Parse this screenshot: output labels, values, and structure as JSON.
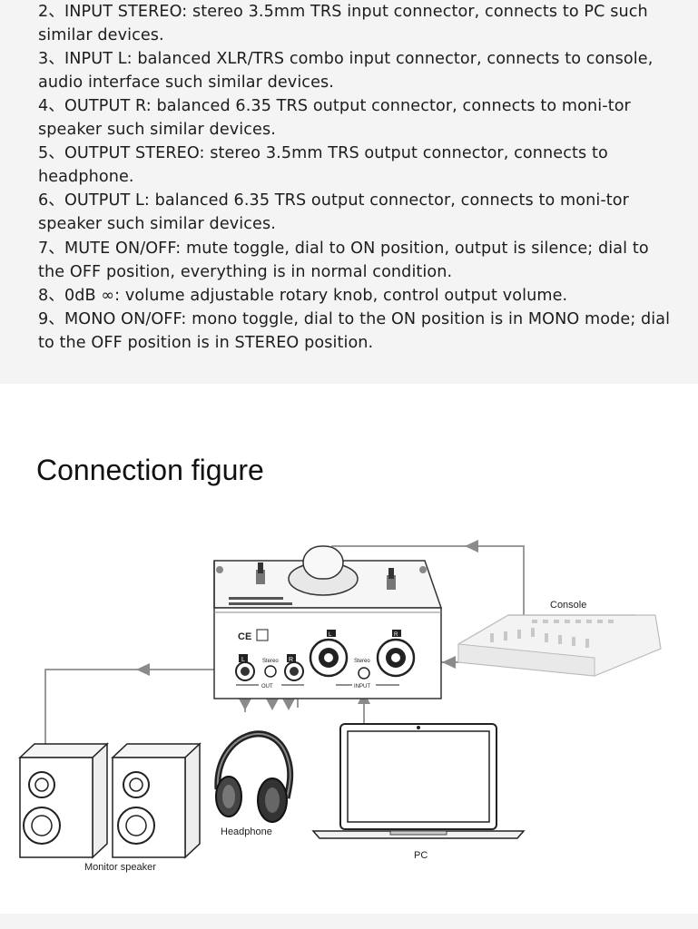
{
  "spec_items": [
    "2、INPUT STEREO: stereo 3.5mm TRS input connector, connects to PC such similar devices.",
    "3、INPUT L: balanced XLR/TRS combo input connector, connects to console, audio interface such similar devices.",
    "4、OUTPUT R: balanced 6.35 TRS output connector, connects to moni-tor speaker such similar devices.",
    "5、OUTPUT STEREO: stereo 3.5mm TRS output connector, connects to headphone.",
    "6、OUTPUT L: balanced 6.35 TRS output connector, connects to moni-tor speaker such similar devices.",
    "7、MUTE ON/OFF: mute toggle, dial to ON position, output is silence; dial to the OFF position, everything is in normal condition.",
    "8、0dB ∞: volume adjustable rotary knob, control output volume.",
    "9、MONO ON/OFF: mono toggle, dial to the ON position is in MONO mode; dial to the OFF position is in STEREO position."
  ],
  "heading": "Connection figure",
  "figure": {
    "labels": {
      "console": "Console",
      "headphone": "Headphone",
      "pc": "PC",
      "monitor_speaker": "Monitor speaker"
    },
    "panel": {
      "ce_mark": "CE",
      "jack_l": "L",
      "jack_stereo_out": "Stereo",
      "jack_r": "R",
      "out_label": "OUT",
      "input_stereo": "Stereo",
      "input_label": "INPUT",
      "xlr_l": "L",
      "xlr_r": "R"
    }
  }
}
